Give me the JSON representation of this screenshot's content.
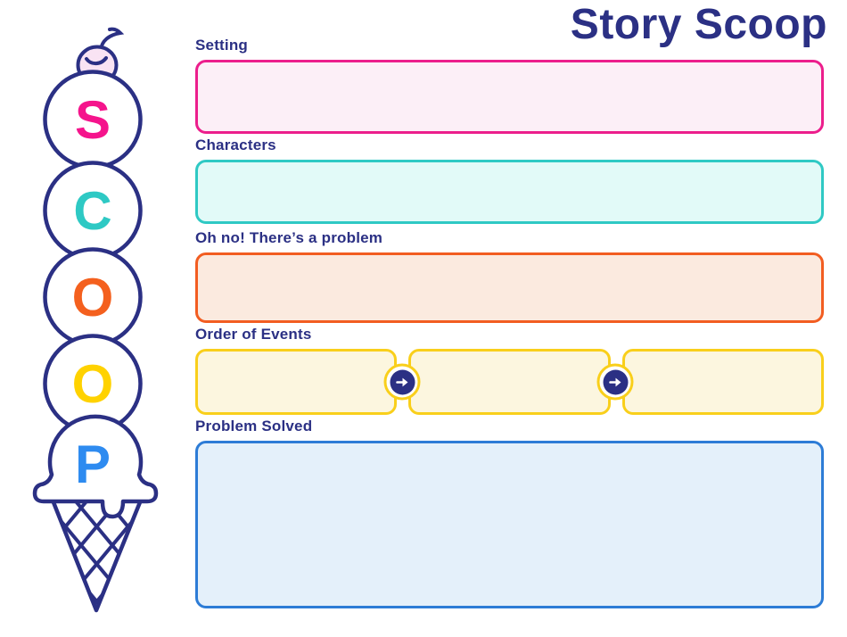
{
  "title": "Story Scoop",
  "text_color": "#2B3084",
  "sections": {
    "setting": {
      "label": "Setting",
      "border_color": "#EC1E8C",
      "fill_color": "#FCEFF7"
    },
    "characters": {
      "label": "Characters",
      "border_color": "#2FC9C4",
      "fill_color": "#E2FAF8"
    },
    "problem": {
      "label": "Oh no! There’s a problem",
      "border_color": "#F25D21",
      "fill_color": "#FBEADF"
    },
    "order_of_events": {
      "label": "Order of Events",
      "border_color": "#F9CF1B",
      "fill_color": "#FCF6DF",
      "box_count": 3,
      "connector_icon": "arrow-right-icon"
    },
    "problem_solved": {
      "label": "Problem Solved",
      "border_color": "#2D7CD6",
      "fill_color": "#E4F0FA"
    }
  },
  "scoop_illustration": {
    "outline_color": "#2B3084",
    "cherry_fill": "#F9E3F3",
    "letters": [
      {
        "letter": "S",
        "color": "#F5148C"
      },
      {
        "letter": "C",
        "color": "#2EC9C4"
      },
      {
        "letter": "O",
        "color": "#F4601E"
      },
      {
        "letter": "O",
        "color": "#FFD200"
      },
      {
        "letter": "P",
        "color": "#2E8BF0"
      }
    ]
  }
}
